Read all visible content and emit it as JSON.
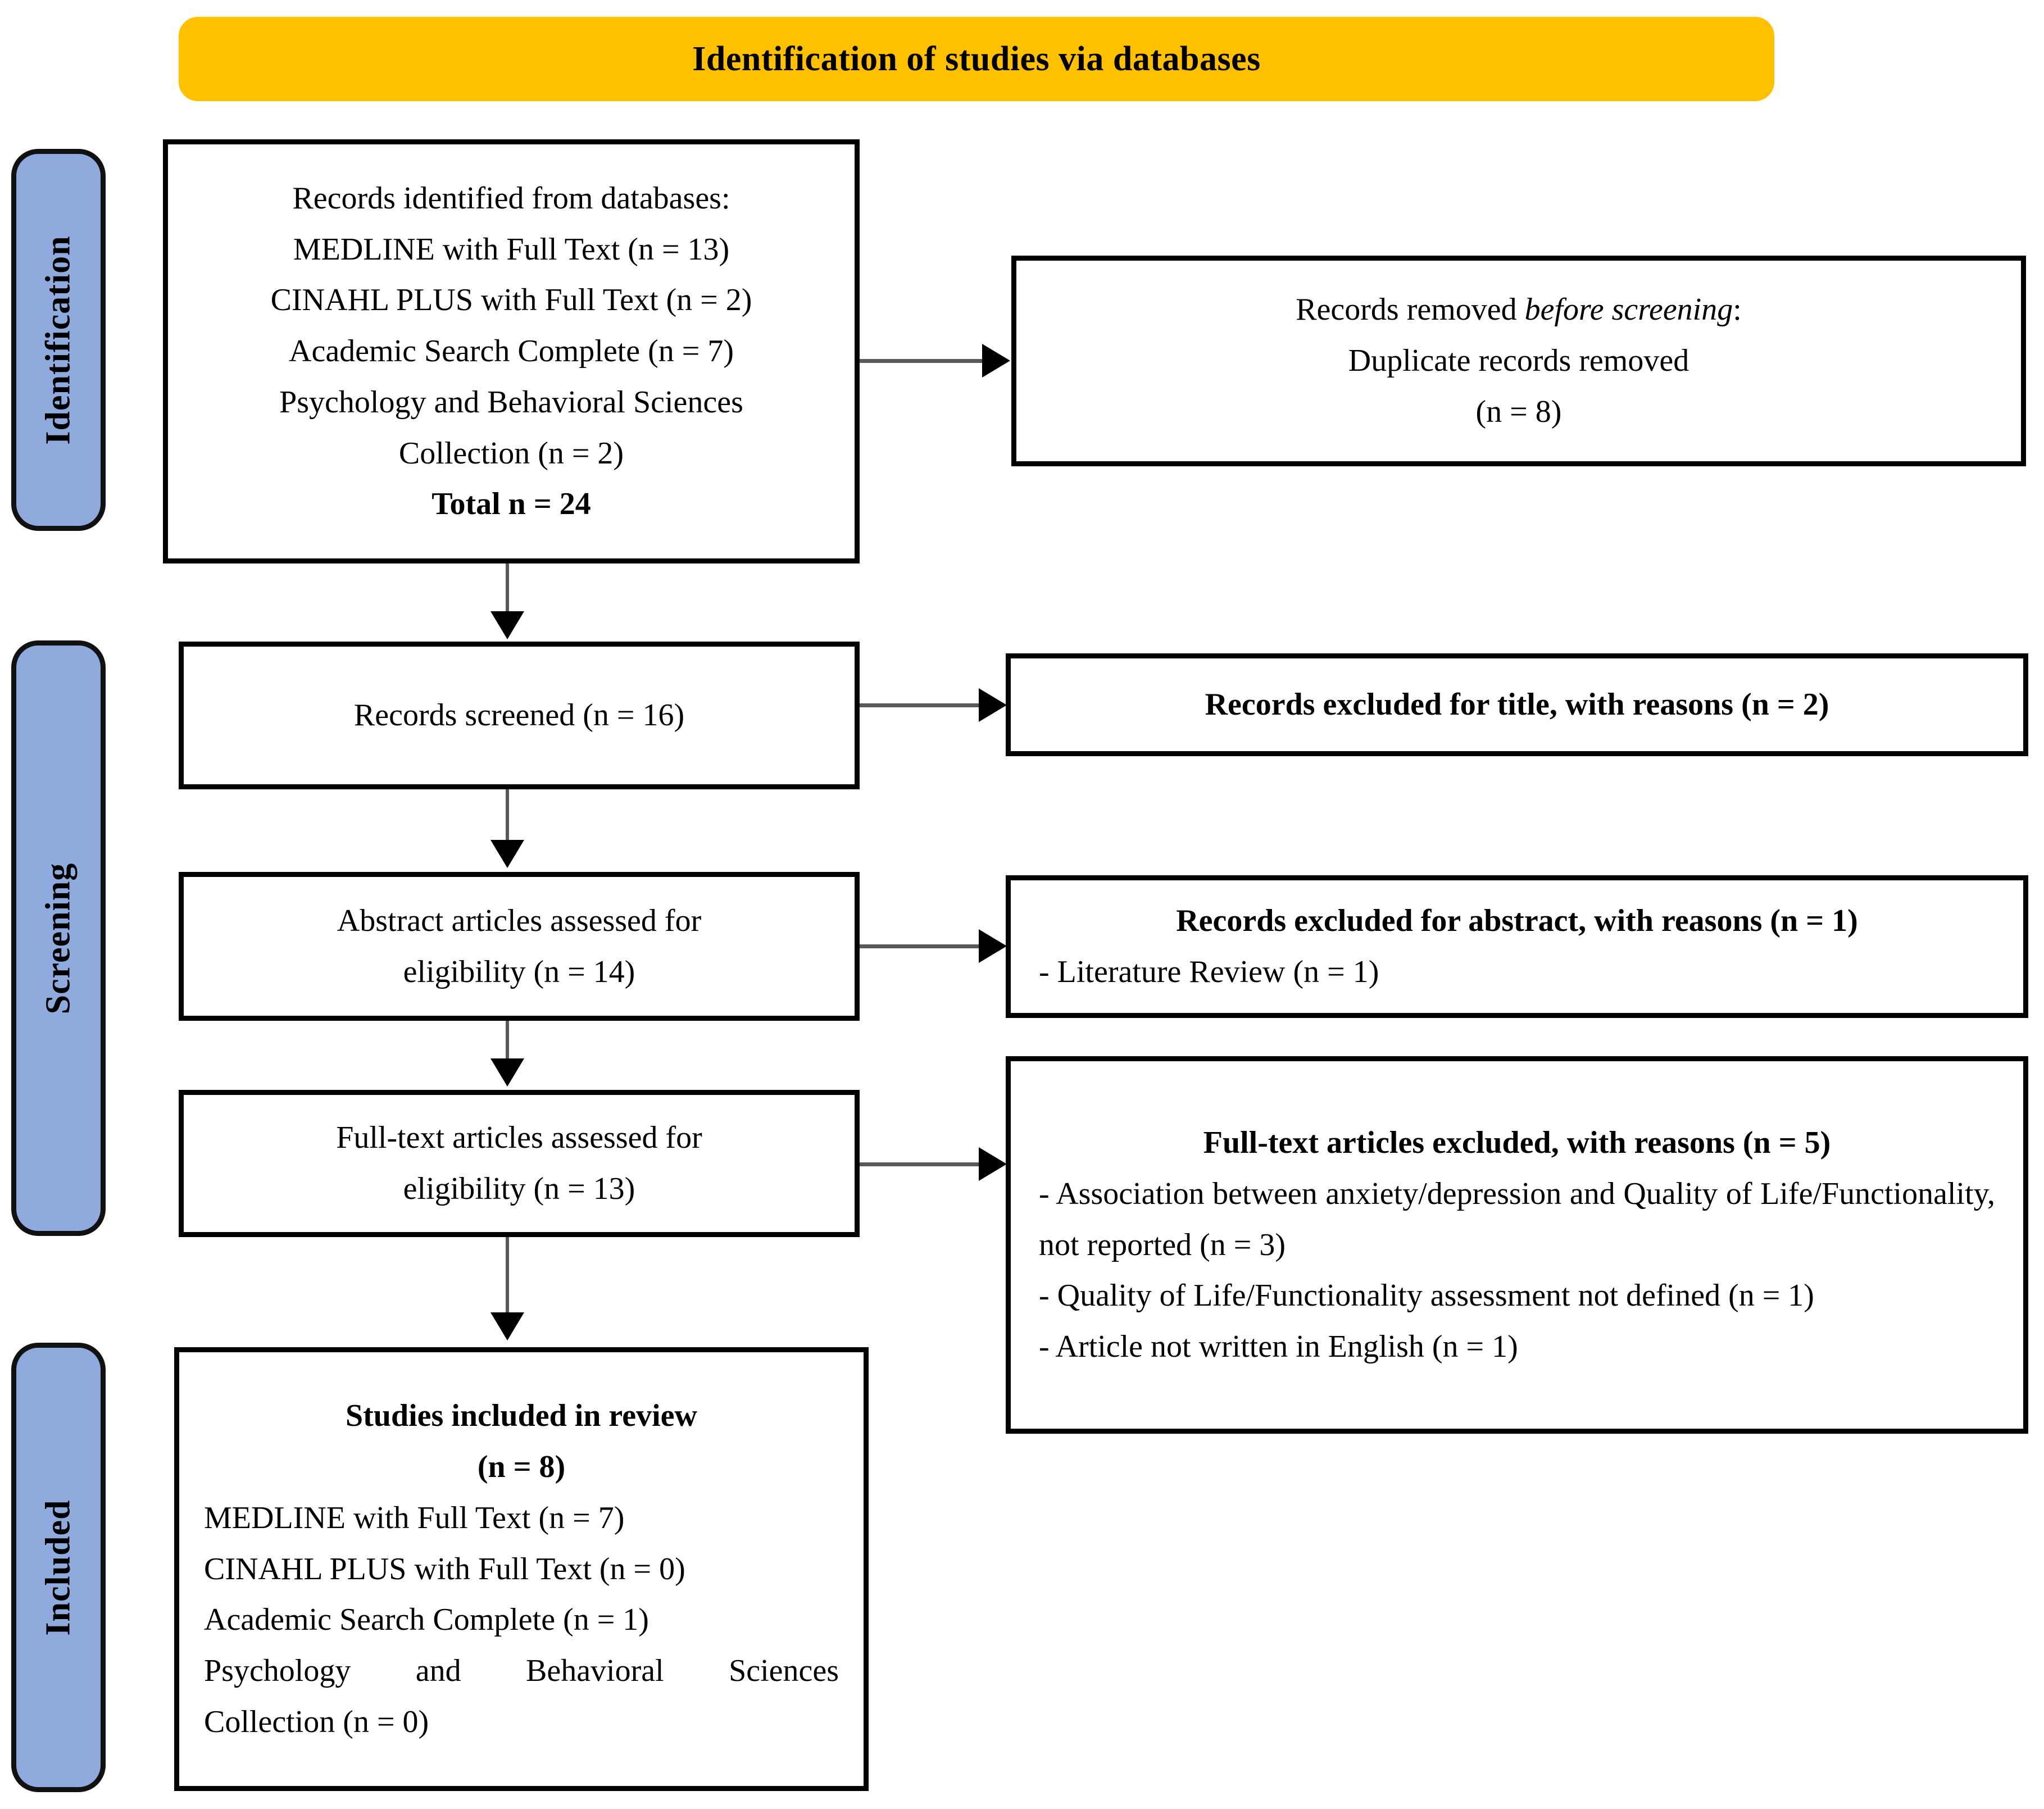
{
  "banner": {
    "title": "Identification of studies via databases"
  },
  "stages": [
    {
      "key": "identification",
      "label": "Identification"
    },
    {
      "key": "screening",
      "label": "Screening"
    },
    {
      "key": "included",
      "label": "Included"
    }
  ],
  "colors": {
    "banner_fill": "#FFC000",
    "stage_fill": "#8FAADC",
    "box_border": "#000000",
    "connector": "#595959",
    "background": "#FFFFFF"
  },
  "boxes": {
    "identified": {
      "lines": [
        "Records identified from databases:",
        "MEDLINE with Full Text (n = 13)",
        "CINAHL PLUS with Full Text (n = 2)",
        "Academic Search Complete (n = 7)",
        "Psychology and Behavioral Sciences",
        "Collection (n = 2)"
      ],
      "total": "Total n = 24"
    },
    "removed": {
      "line1_prefix": "Records removed ",
      "line1_italic": "before screening",
      "line1_suffix": ":",
      "line2": "Duplicate records removed",
      "line3": "(n = 8)"
    },
    "screened": {
      "text": "Records screened (n = 16)"
    },
    "excluded_title": {
      "heading": "Records excluded for title, with reasons (n = 2)"
    },
    "abstract_assessed": {
      "line1": "Abstract articles assessed for",
      "line2": "eligibility (n = 14)"
    },
    "excluded_abstract": {
      "heading": "Records excluded for abstract, with reasons (n = 1)",
      "reasons": [
        "- Literature Review (n = 1)"
      ]
    },
    "fulltext_assessed": {
      "line1": "Full-text articles assessed for",
      "line2": "eligibility (n = 13)"
    },
    "excluded_fulltext": {
      "heading": "Full-text articles excluded, with reasons (n = 5)",
      "reasons": [
        "- Association between anxiety/depression and Quality of Life/Functionality, not reported (n = 3)",
        "- Quality of Life/Functionality assessment not defined (n = 1)",
        "- Article not written in English (n = 1)"
      ]
    },
    "included": {
      "heading": "Studies included in review",
      "count": "(n = 8)",
      "lines": [
        "MEDLINE with Full Text (n = 7)",
        "CINAHL PLUS with Full Text (n = 0)",
        "Academic Search Complete (n = 1)",
        "Psychology and Behavioral Sciences",
        "Collection (n = 0)"
      ]
    }
  },
  "flow": {
    "type": "prisma-flow-diagram",
    "nodes": [
      {
        "id": "identified",
        "stage": "identification",
        "n": 24
      },
      {
        "id": "removed",
        "stage": "identification",
        "n": 8
      },
      {
        "id": "screened",
        "stage": "screening",
        "n": 16
      },
      {
        "id": "excluded_title",
        "stage": "screening",
        "n": 2
      },
      {
        "id": "abstract_assessed",
        "stage": "screening",
        "n": 14
      },
      {
        "id": "excluded_abstract",
        "stage": "screening",
        "n": 1
      },
      {
        "id": "fulltext_assessed",
        "stage": "screening",
        "n": 13
      },
      {
        "id": "excluded_fulltext",
        "stage": "screening",
        "n": 5
      },
      {
        "id": "included",
        "stage": "included",
        "n": 8
      }
    ],
    "edges": [
      {
        "from": "identified",
        "to": "removed",
        "direction": "right"
      },
      {
        "from": "identified",
        "to": "screened",
        "direction": "down"
      },
      {
        "from": "screened",
        "to": "excluded_title",
        "direction": "right"
      },
      {
        "from": "screened",
        "to": "abstract_assessed",
        "direction": "down"
      },
      {
        "from": "abstract_assessed",
        "to": "excluded_abstract",
        "direction": "right"
      },
      {
        "from": "abstract_assessed",
        "to": "fulltext_assessed",
        "direction": "down"
      },
      {
        "from": "fulltext_assessed",
        "to": "excluded_fulltext",
        "direction": "right"
      },
      {
        "from": "fulltext_assessed",
        "to": "included",
        "direction": "down"
      }
    ]
  }
}
